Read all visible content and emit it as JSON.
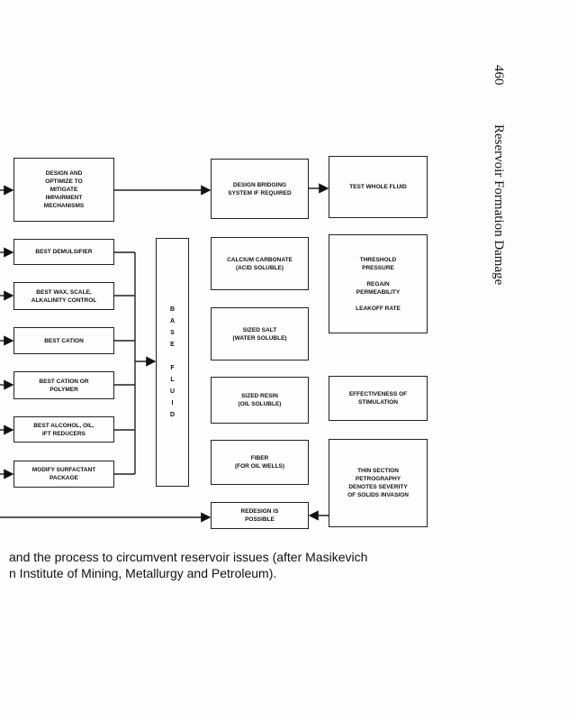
{
  "header": {
    "page_number": "460",
    "book_title": "Reservoir Formation Damage"
  },
  "diagram": {
    "left_boxes": [
      "DESIGN AND\nOPTIMIZE TO\nMITIGATE\nIMPAIRMENT\nMECHANISMS",
      "BEST DEMULSIFIER",
      "BEST WAX, SCALE,\nALKALINITY CONTROL",
      "BEST CATION",
      "BEST CATION OR\nPOLYMER",
      "BEST ALCOHOL, OIL,\nIFT REDUCERS",
      "MODIFY SURFACTANT\nPACKAGE"
    ],
    "base_fluid": [
      "B",
      "A",
      "S",
      "E",
      "",
      "F",
      "L",
      "U",
      "I",
      "D"
    ],
    "middle_boxes": [
      "DESIGN BRIDGING\nSYSTEM IF REQUIRED",
      "CALCIUM CARBONATE\n(ACID SOLUBLE)",
      "SIZED SALT\n(WATER SOLUBLE)",
      "SIZED RESIN\n(OIL SOLUBLE)",
      "FIBER\n(FOR OIL WELLS)",
      "REDESIGN IS\nPOSSIBLE"
    ],
    "right_boxes": [
      "TEST WHOLE FLUID",
      "THRESHOLD\nPRESSURE\n\nREGAIN\nPERMEABILITY\n\nLEAKOFF RATE",
      "EFFECTIVENESS OF\nSTIMULATION",
      "THIN SECTION\nPETROGRAPHY\nDENOTES SEVERITY\nOF SOLIDS INVASION"
    ]
  },
  "caption": {
    "line1": "and the process to circumvent reservoir issues (after Masikevich",
    "line2": "n Institute of Mining, Metallurgy and Petroleum)."
  }
}
